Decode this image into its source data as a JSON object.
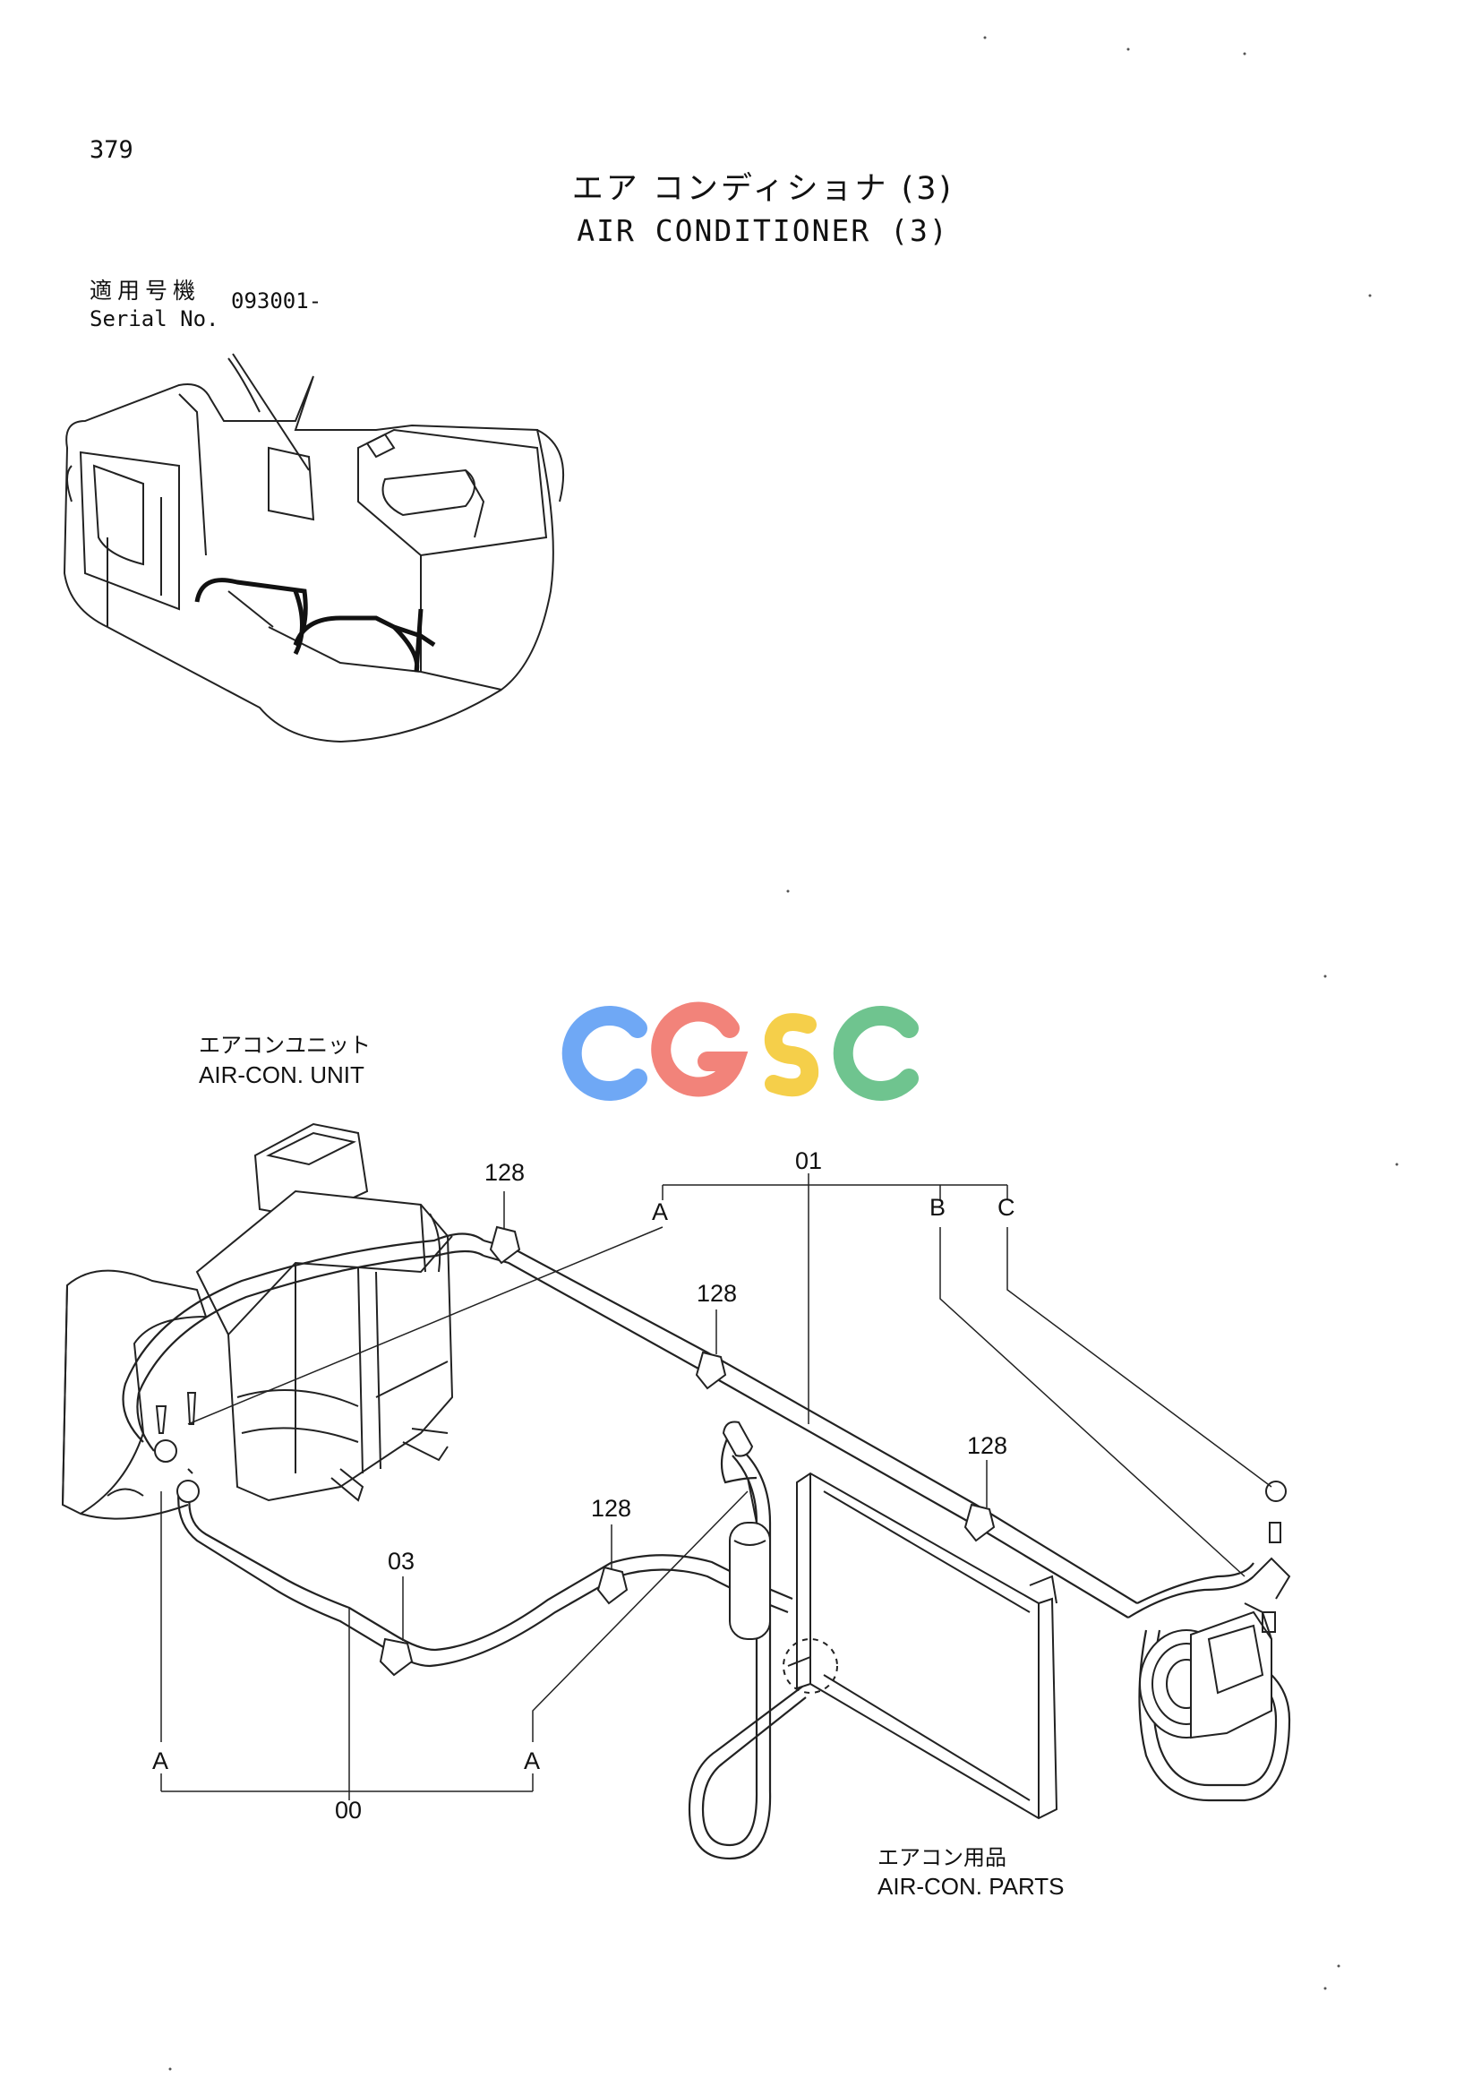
{
  "page": {
    "number": "379"
  },
  "title": {
    "japanese": "エア コンディショナ (3)",
    "english": "AIR CONDITIONER (3)"
  },
  "serial": {
    "label_jp": "適用号機",
    "label_en": "Serial No.",
    "value": "093001-"
  },
  "watermark": {
    "text": "CGSC",
    "colors": [
      "#6fa8f5",
      "#f2837a",
      "#f5cf4a",
      "#6fc48f"
    ]
  },
  "labels": {
    "aircon_unit_jp": "エアコンユニット",
    "aircon_unit_en": "AIR-CON. UNIT",
    "aircon_parts_jp": "エアコン用品",
    "aircon_parts_en": "AIR-CON. PARTS"
  },
  "callouts": {
    "assembly_01": "01",
    "assembly_00": "00",
    "part_03": "03",
    "clamp_a": "128",
    "clamp_b": "128",
    "clamp_c": "128",
    "clamp_d": "128",
    "ref_a_top": "A",
    "ref_b_top": "B",
    "ref_c_top": "C",
    "ref_a_left": "A",
    "ref_a_right": "A"
  }
}
